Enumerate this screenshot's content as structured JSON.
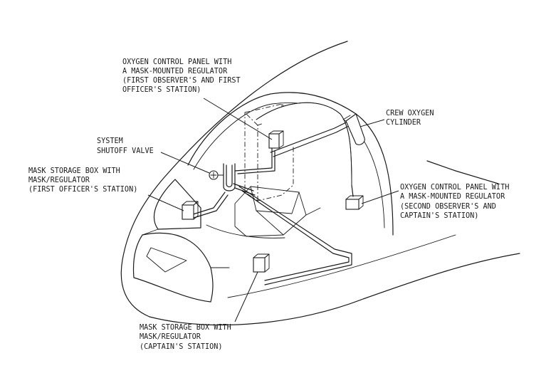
{
  "labels": {
    "obs1_panel": {
      "lines": [
        "OXYGEN CONTROL PANEL WITH",
        "A MASK-MOUNTED REGULATOR",
        "(FIRST OBSERVER'S AND FIRST",
        "OFFICER'S STATION)"
      ]
    },
    "crew_cylinder": {
      "lines": [
        "CREW OXYGEN",
        "CYLINDER"
      ]
    },
    "shutoff_valve": {
      "lines": [
        "SYSTEM",
        "SHUTOFF VALVE"
      ]
    },
    "fo_mask_box": {
      "lines": [
        "MASK STORAGE BOX WITH",
        "MASK/REGULATOR",
        "(FIRST OFFICER'S STATION)"
      ]
    },
    "obs2_panel": {
      "lines": [
        "OXYGEN CONTROL PANEL WITH",
        "A MASK-MOUNTED REGULATOR",
        "(SECOND OBSERVER'S AND",
        "CAPTAIN'S STATION)"
      ]
    },
    "capt_mask_box": {
      "lines": [
        "MASK STORAGE BOX WITH",
        "MASK/REGULATOR",
        "(CAPTAIN'S STATION)"
      ]
    }
  },
  "colors": {
    "ink": "#1a1a1a",
    "paper": "#ffffff"
  }
}
